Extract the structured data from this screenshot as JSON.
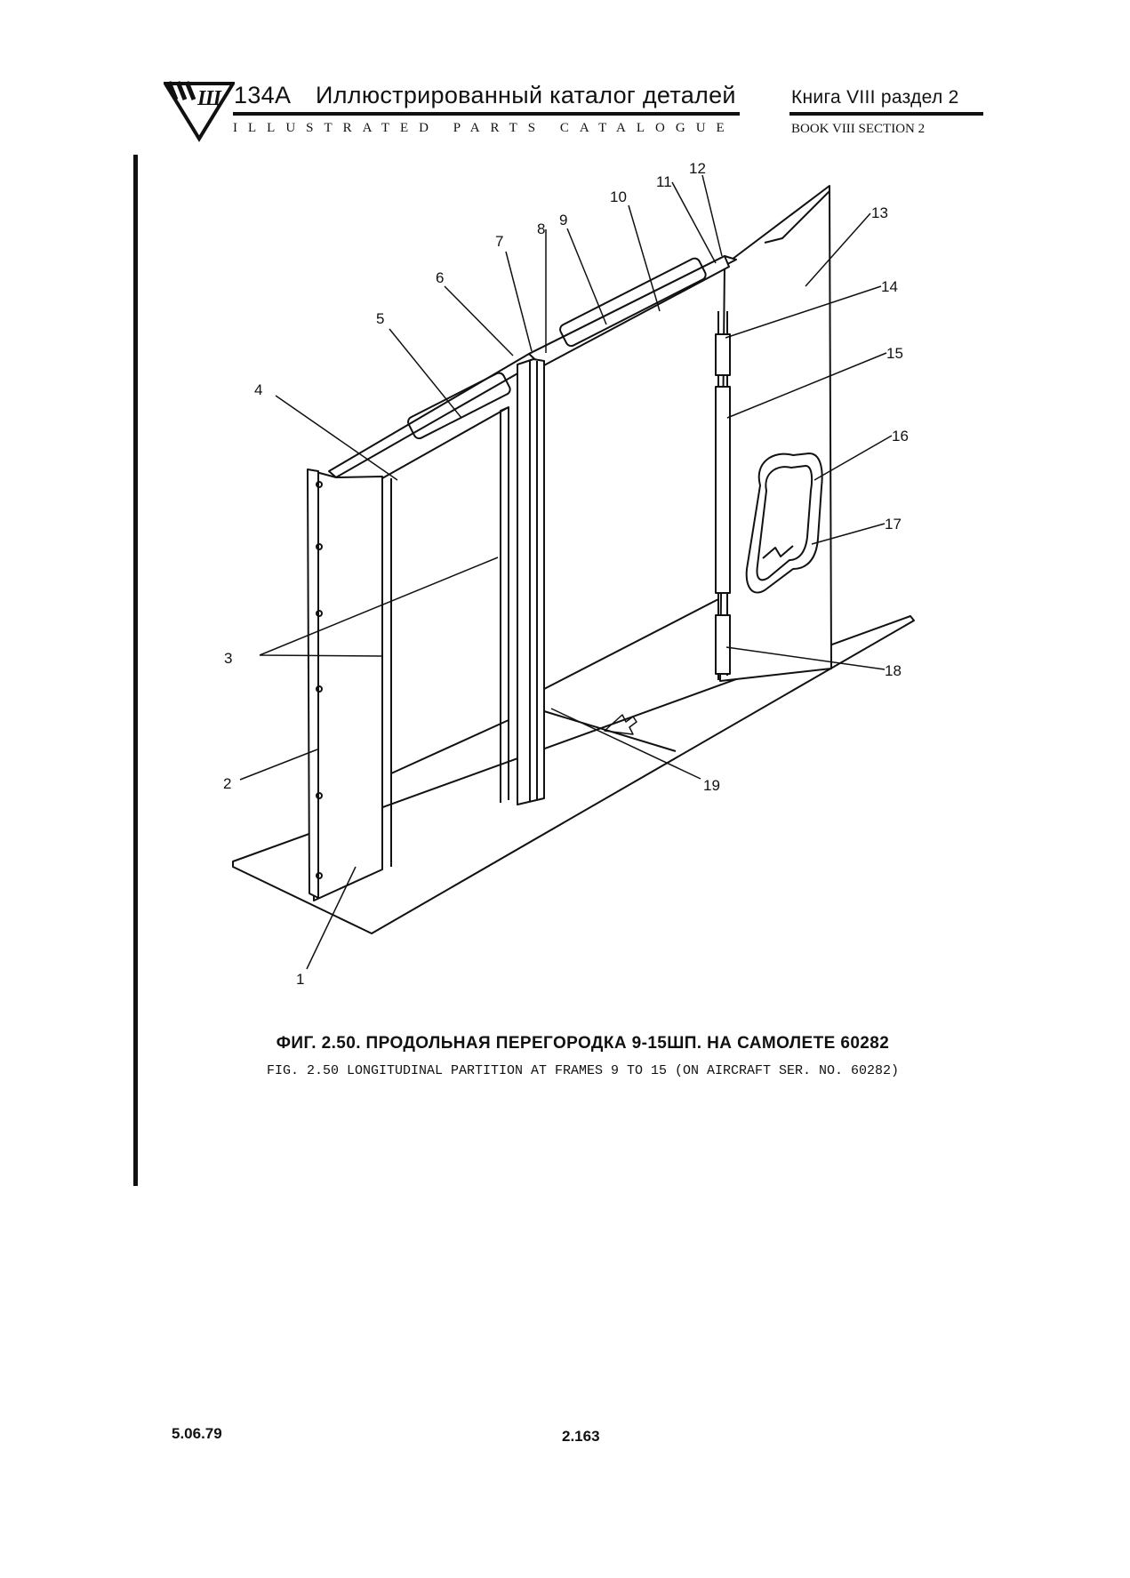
{
  "header": {
    "model": "134A",
    "title_ru": "Иллюстрированный каталог деталей",
    "title_en": "ILLUSTRATED PARTS CATALOGUE",
    "book_ru": "Книга VIII раздел 2",
    "book_en": "BOOK VIII SECTION 2"
  },
  "figure": {
    "callouts": [
      "1",
      "2",
      "3",
      "4",
      "5",
      "6",
      "7",
      "8",
      "9",
      "10",
      "11",
      "12",
      "13",
      "14",
      "15",
      "16",
      "17",
      "18",
      "19"
    ],
    "caption_ru": "ФИГ. 2.50. ПРОДОЛЬНАЯ ПЕРЕГОРОДКА 9-15ШП. НА САМОЛЕТЕ 60282",
    "caption_en": "FIG. 2.50 LONGITUDINAL PARTITION AT FRAMES 9 TO 15 (ON AIRCRAFT SER. NO. 60282)"
  },
  "footer": {
    "date": "5.06.79",
    "page": "2.163"
  }
}
